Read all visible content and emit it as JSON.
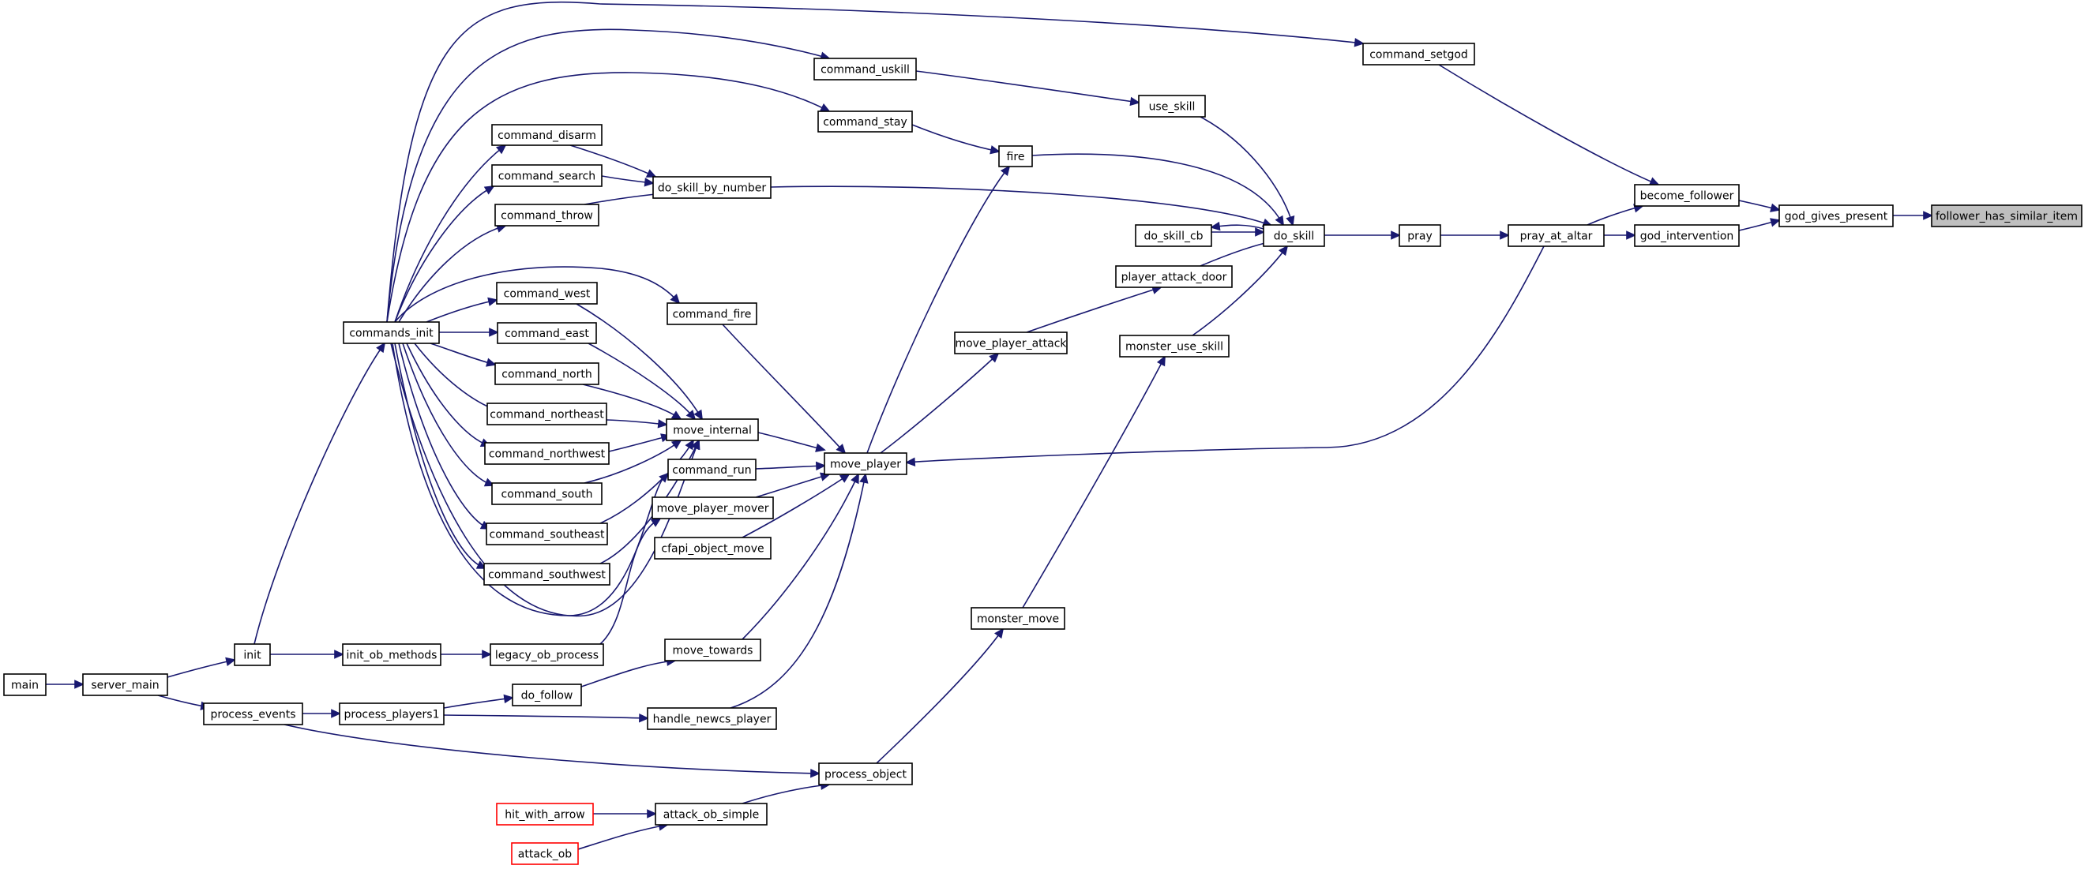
{
  "colors": {
    "edge": "#191970",
    "root_fill": "#bfbfbf",
    "red_border": "#ff0000"
  },
  "nodes": {
    "follower_has_similar_item": {
      "label": "follower_has_similar_item"
    },
    "god_gives_present": {
      "label": "god_gives_present"
    },
    "become_follower": {
      "label": "become_follower"
    },
    "god_intervention": {
      "label": "god_intervention"
    },
    "command_setgod": {
      "label": "command_setgod"
    },
    "pray_at_altar": {
      "label": "pray_at_altar"
    },
    "pray": {
      "label": "pray"
    },
    "do_skill": {
      "label": "do_skill"
    },
    "use_skill": {
      "label": "use_skill"
    },
    "fire": {
      "label": "fire"
    },
    "do_skill_cb": {
      "label": "do_skill_cb"
    },
    "player_attack_door": {
      "label": "player_attack_door"
    },
    "monster_use_skill": {
      "label": "monster_use_skill"
    },
    "command_uskill": {
      "label": "command_uskill"
    },
    "command_stay": {
      "label": "command_stay"
    },
    "do_skill_by_number": {
      "label": "do_skill_by_number"
    },
    "command_disarm": {
      "label": "command_disarm"
    },
    "command_search": {
      "label": "command_search"
    },
    "command_throw": {
      "label": "command_throw"
    },
    "move_player_attack": {
      "label": "move_player_attack"
    },
    "move_player": {
      "label": "move_player"
    },
    "command_fire": {
      "label": "command_fire"
    },
    "move_internal": {
      "label": "move_internal"
    },
    "command_run": {
      "label": "command_run"
    },
    "move_player_mover": {
      "label": "move_player_mover"
    },
    "cfapi_object_move": {
      "label": "cfapi_object_move"
    },
    "move_towards": {
      "label": "move_towards"
    },
    "handle_newcs_player": {
      "label": "handle_newcs_player"
    },
    "command_west": {
      "label": "command_west"
    },
    "command_east": {
      "label": "command_east"
    },
    "command_north": {
      "label": "command_north"
    },
    "command_northeast": {
      "label": "command_northeast"
    },
    "command_northwest": {
      "label": "command_northwest"
    },
    "command_south": {
      "label": "command_south"
    },
    "command_southeast": {
      "label": "command_southeast"
    },
    "command_southwest": {
      "label": "command_southwest"
    },
    "commands_init": {
      "label": "commands_init"
    },
    "init": {
      "label": "init"
    },
    "init_ob_methods": {
      "label": "init_ob_methods"
    },
    "legacy_ob_process": {
      "label": "legacy_ob_process"
    },
    "do_follow": {
      "label": "do_follow"
    },
    "process_players1": {
      "label": "process_players1"
    },
    "process_events": {
      "label": "process_events"
    },
    "server_main": {
      "label": "server_main"
    },
    "main": {
      "label": "main"
    },
    "monster_move": {
      "label": "monster_move"
    },
    "process_object": {
      "label": "process_object"
    },
    "attack_ob_simple": {
      "label": "attack_ob_simple"
    },
    "hit_with_arrow": {
      "label": "hit_with_arrow"
    },
    "attack_ob": {
      "label": "attack_ob"
    }
  },
  "edges": [
    [
      "god_gives_present",
      "follower_has_similar_item"
    ],
    [
      "become_follower",
      "god_gives_present"
    ],
    [
      "god_intervention",
      "god_gives_present"
    ],
    [
      "command_setgod",
      "become_follower"
    ],
    [
      "pray_at_altar",
      "become_follower"
    ],
    [
      "pray_at_altar",
      "god_intervention"
    ],
    [
      "pray",
      "pray_at_altar"
    ],
    [
      "do_skill",
      "pray"
    ],
    [
      "pray_at_altar",
      "move_player"
    ],
    [
      "use_skill",
      "do_skill"
    ],
    [
      "fire",
      "do_skill"
    ],
    [
      "do_skill_by_number",
      "do_skill"
    ],
    [
      "do_skill_cb",
      "do_skill"
    ],
    [
      "do_skill",
      "do_skill_cb"
    ],
    [
      "player_attack_door",
      "do_skill"
    ],
    [
      "monster_use_skill",
      "do_skill"
    ],
    [
      "command_uskill",
      "use_skill"
    ],
    [
      "command_stay",
      "fire"
    ],
    [
      "move_player",
      "fire"
    ],
    [
      "command_disarm",
      "do_skill_by_number"
    ],
    [
      "command_search",
      "do_skill_by_number"
    ],
    [
      "command_throw",
      "do_skill_by_number"
    ],
    [
      "move_player_attack",
      "player_attack_door"
    ],
    [
      "move_player",
      "move_player_attack"
    ],
    [
      "monster_move",
      "monster_use_skill"
    ],
    [
      "command_fire",
      "move_player"
    ],
    [
      "move_internal",
      "move_player"
    ],
    [
      "command_run",
      "move_player"
    ],
    [
      "move_player_mover",
      "move_player"
    ],
    [
      "cfapi_object_move",
      "move_player"
    ],
    [
      "move_towards",
      "move_player"
    ],
    [
      "handle_newcs_player",
      "move_player"
    ],
    [
      "command_west",
      "move_internal"
    ],
    [
      "command_east",
      "move_internal"
    ],
    [
      "command_north",
      "move_internal"
    ],
    [
      "command_northeast",
      "move_internal"
    ],
    [
      "command_northwest",
      "move_internal"
    ],
    [
      "command_south",
      "move_internal"
    ],
    [
      "command_southeast",
      "move_internal"
    ],
    [
      "command_southwest",
      "move_internal"
    ],
    [
      "commands_init",
      "move_internal"
    ],
    [
      "commands_init",
      "command_setgod"
    ],
    [
      "commands_init",
      "command_uskill"
    ],
    [
      "commands_init",
      "command_stay"
    ],
    [
      "commands_init",
      "command_disarm"
    ],
    [
      "commands_init",
      "command_search"
    ],
    [
      "commands_init",
      "command_throw"
    ],
    [
      "commands_init",
      "command_fire"
    ],
    [
      "commands_init",
      "command_west"
    ],
    [
      "commands_init",
      "command_east"
    ],
    [
      "commands_init",
      "command_north"
    ],
    [
      "commands_init",
      "command_northeast"
    ],
    [
      "commands_init",
      "command_northwest"
    ],
    [
      "commands_init",
      "command_south"
    ],
    [
      "commands_init",
      "command_southeast"
    ],
    [
      "commands_init",
      "command_southwest"
    ],
    [
      "commands_init",
      "command_run"
    ],
    [
      "init",
      "commands_init"
    ],
    [
      "init",
      "init_ob_methods"
    ],
    [
      "init_ob_methods",
      "legacy_ob_process"
    ],
    [
      "legacy_ob_process",
      "move_player_mover"
    ],
    [
      "do_follow",
      "move_towards"
    ],
    [
      "process_players1",
      "do_follow"
    ],
    [
      "process_players1",
      "handle_newcs_player"
    ],
    [
      "process_events",
      "process_players1"
    ],
    [
      "process_events",
      "process_object"
    ],
    [
      "server_main",
      "init"
    ],
    [
      "server_main",
      "process_events"
    ],
    [
      "main",
      "server_main"
    ],
    [
      "process_object",
      "monster_move"
    ],
    [
      "attack_ob_simple",
      "process_object"
    ],
    [
      "hit_with_arrow",
      "attack_ob_simple"
    ],
    [
      "attack_ob",
      "attack_ob_simple"
    ]
  ]
}
